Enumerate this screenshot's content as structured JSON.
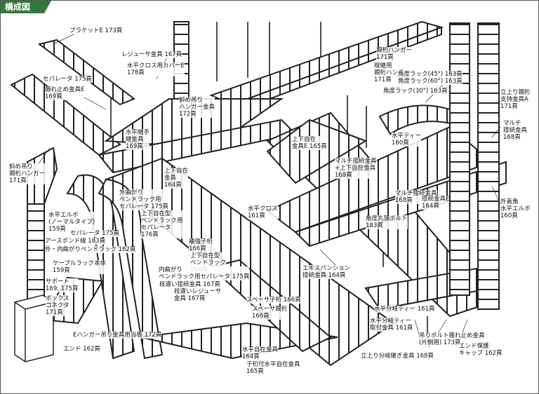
{
  "title": "構成図",
  "labels": [
    "ブラケットE 173頁",
    "レジューサ金具 167頁",
    "水平クロス用カバーE\n178頁",
    "セパレータ 175頁",
    "振れ止め金具E\n169頁",
    "斜め吊り\nハンガー金具\n172頁",
    "水平継手\n継金具\n169頁",
    "斜め吊り\n親桁ハンガー\n171頁",
    "親桁ハンガー\n171頁",
    "縦継用\n親桁ハンガー\n171頁",
    "角度ラック(45°) 163頁\n角度ラック(60°) 163頁",
    "角度ラック(30°) 163頁",
    "立上り親桁\n支持金具A\n171頁",
    "マルチ\n接続金具\n168頁",
    "水平ティー\n160頁",
    "上下自在\n金具E 165頁",
    "マルチ接続金具\n+上下自在金具\n168頁",
    "上下自在\n金具\n164頁",
    "マルチ接続金具\n168頁",
    "接続金具E\n164頁",
    "外直角\n水平エルボ\n160頁",
    "外曲がり\nベンドラック用\nセパレータ 175頁",
    "上下自在型\nベンドラック用\nセパレータ\n176頁",
    "水平クロス\n161頁",
    "角度丸頭ボルト\n183頁",
    "水平エルボ\n(ノーマルタイプ)\n159頁",
    "セパレータ 175頁",
    "アースボンド線 183頁",
    "外・内曲がりベンドラック 162頁",
    "補強子桁\n166頁",
    "上下自在型\nベンドラック\n166頁",
    "ケーブルラック本体\n159頁",
    "内曲がり\nベンドラック用セパレータ 175頁",
    "エキスパンション\n接続金具 164頁",
    "サポート\n169, 175頁",
    "段違い接続金具 167頁",
    "段違いレジューサ\n金具 167頁",
    "ボックス\nコネクタ\n171頁",
    "スペーサ子桁 166頁",
    "スペーサ親桁\n166頁",
    "水平分岐ティー 161頁",
    "水平分岐ティー\n取付金具 161頁",
    "吊りボルト振れ止め金具\n(片側用) 173頁",
    "エンド保護\nキャップ 162頁",
    "Eハンガー吊り金具用当板 172頁",
    "エンド 162頁",
    "水平自在金具\n164頁",
    "立上り分岐継ぎ金具 168頁",
    "子桁付水平自在金具\n165頁"
  ]
}
